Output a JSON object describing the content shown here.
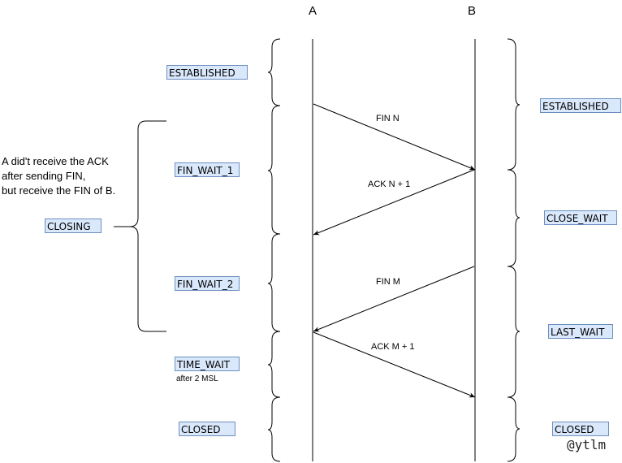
{
  "participants": {
    "a": "A",
    "b": "B"
  },
  "a_states": {
    "established": "ESTABLISHED",
    "fin_wait_1": "FIN_WAIT_1",
    "fin_wait_2": "FIN_WAIT_2",
    "time_wait": "TIME_WAIT",
    "closed": "CLOSED"
  },
  "b_states": {
    "established": "ESTABLISHED",
    "close_wait": "CLOSE_WAIT",
    "last_wait": "LAST_WAIT",
    "closed": "CLOSED"
  },
  "messages": {
    "fin_n": "FIN N",
    "ack_n1": "ACK N + 1",
    "fin_m": "FIN M",
    "ack_m1": "ACK M + 1"
  },
  "closing": {
    "label": "CLOSING",
    "note_line1": "A  did't receive the ACK",
    "note_line2": "after sending FIN,",
    "note_line3": "but receive the FIN of B."
  },
  "time_wait_note": "after 2 MSL",
  "credit": "@ytlm"
}
